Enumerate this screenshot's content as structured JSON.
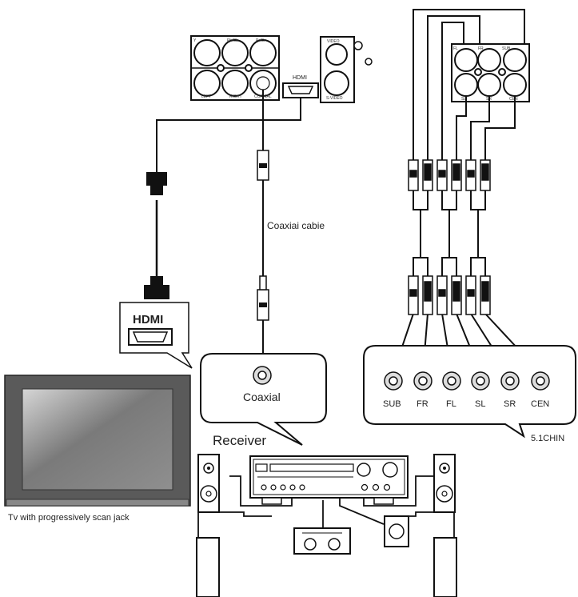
{
  "player_panel": {
    "component_labels": [
      "Y",
      "Pb/Cb",
      "Pr/Cr"
    ],
    "audio_labels": [
      "LEFT",
      "RIGHT",
      "COAXIAL"
    ],
    "hdmi_label": "HDMI",
    "video_labels": [
      "VIDEO",
      "S-VIDEO"
    ],
    "surround_top_labels": [
      "FL",
      "FR",
      "SUB"
    ],
    "surround_bottom_labels": [
      "SL",
      "SR",
      "CEN"
    ]
  },
  "hdmi_callout": {
    "label": "HDMI"
  },
  "coaxial_cable_label": "Coaxiai  cabie",
  "coaxial_callout": {
    "label": "Coaxial"
  },
  "receiver_label": "Receiver",
  "channel_callout": {
    "labels": [
      "SUB",
      "FR",
      "FL",
      "SL",
      "SR",
      "CEN"
    ],
    "caption": "5.1CHIN"
  },
  "tv_caption": "Tv with progressively scan jack"
}
